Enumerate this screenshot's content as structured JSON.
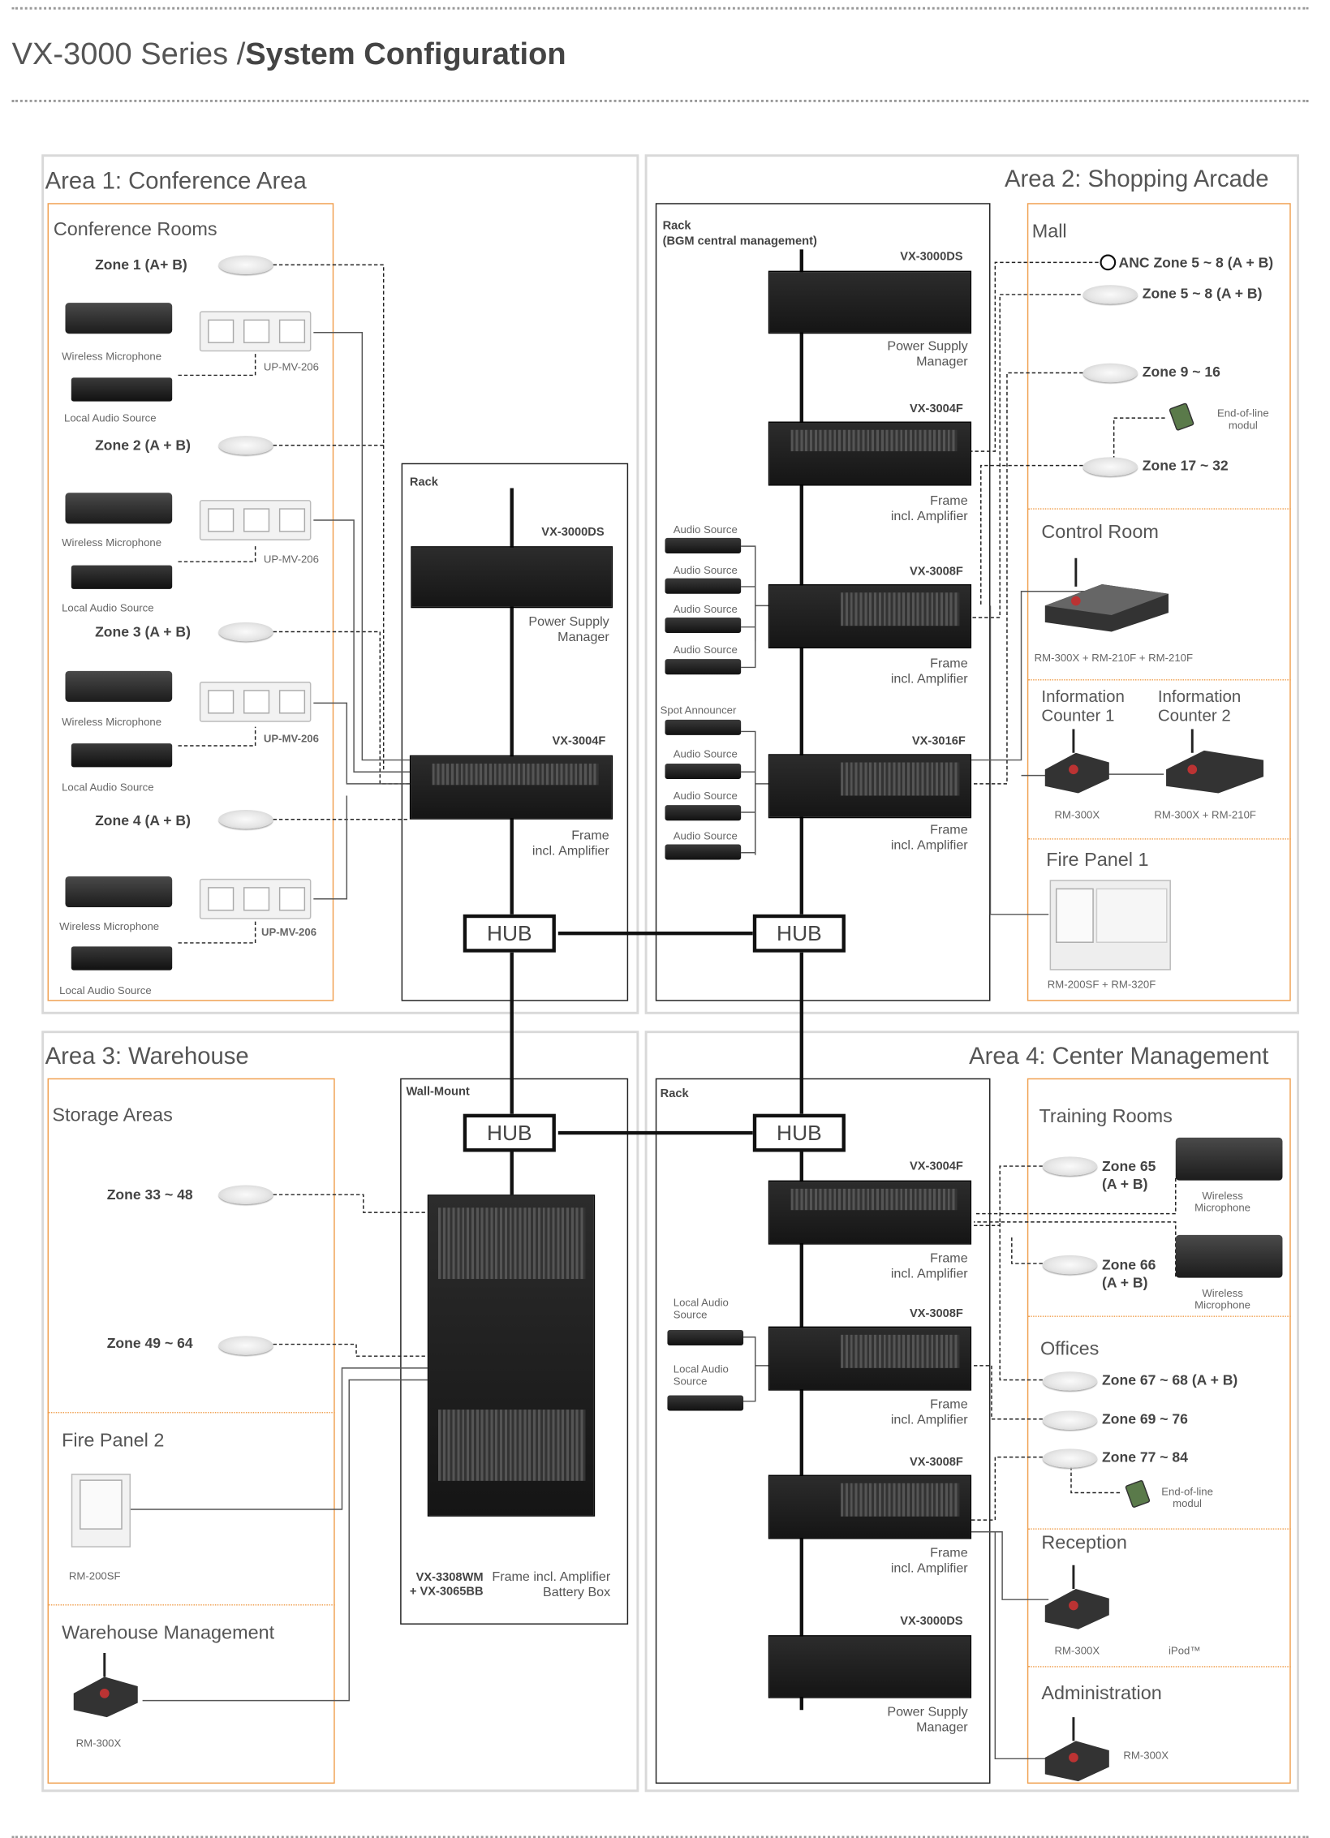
{
  "header": {
    "series": "VX-3000 Series /",
    "title": "System Configuration"
  },
  "areas": {
    "a1": {
      "title": "Area 1: Conference Area",
      "box_title": "Conference Rooms",
      "zones": [
        "Zone 1 (A+ B)",
        "Zone 2 (A + B)",
        "Zone 3 (A + B)",
        "Zone 4 (A + B)"
      ],
      "wireless": "Wireless Microphone",
      "local": "Local Audio Source",
      "panels": [
        "UP-MV-206",
        "UP-MV-206",
        "UP-MV-206",
        "UP-MV-206"
      ],
      "rack": "Rack",
      "ds": "VX-3000DS",
      "psm": [
        "Power Supply",
        "Manager"
      ],
      "f4": "VX-3004F",
      "frame": [
        "Frame",
        "incl. Amplifier"
      ]
    },
    "a2": {
      "title": "Area 2: Shopping Arcade",
      "rack": "Rack",
      "rack_sub": "(BGM central management)",
      "ds": "VX-3000DS",
      "psm": [
        "Power Supply",
        "Manager"
      ],
      "f4": "VX-3004F",
      "f8": "VX-3008F",
      "f16": "VX-3016F",
      "frame": [
        "Frame",
        "incl. Amplifier"
      ],
      "audio_source": "Audio Source",
      "spot": "Spot Announcer",
      "mall": "Mall",
      "anc": "ANC Zone 5 ~ 8 (A + B)",
      "z58": "Zone 5 ~ 8 (A + B)",
      "z916": "Zone 9 ~ 16",
      "z1732": "Zone 17 ~ 32",
      "eol": [
        "End-of-line",
        "modul"
      ],
      "control": "Control Room",
      "control_dev": "RM-300X + RM-210F + RM-210F",
      "info1": [
        "Information",
        "Counter 1"
      ],
      "info2": [
        "Information",
        "Counter 2"
      ],
      "info1_dev": "RM-300X",
      "info2_dev": "RM-300X + RM-210F",
      "fire": "Fire Panel 1",
      "fire_dev": "RM-200SF + RM-320F"
    },
    "a3": {
      "title": "Area 3: Warehouse",
      "storage": "Storage Areas",
      "z3348": "Zone 33 ~ 48",
      "z4964": "Zone 49 ~ 64",
      "fire": "Fire Panel 2",
      "fire_dev": "RM-200SF",
      "wm": "Warehouse Management",
      "wm_dev": "RM-300X",
      "wall": "Wall-Mount",
      "model": [
        "VX-3308WM",
        "+ VX-3065BB"
      ],
      "model_cap": [
        "Frame incl. Amplifier",
        "Battery Box"
      ]
    },
    "a4": {
      "title": "Area 4: Center Management",
      "rack": "Rack",
      "f4": "VX-3004F",
      "f8": "VX-3008F",
      "ds": "VX-3000DS",
      "frame": [
        "Frame",
        "incl. Amplifier"
      ],
      "psm": [
        "Power Supply",
        "Manager"
      ],
      "local": [
        "Local Audio",
        "Source"
      ],
      "training": "Training Rooms",
      "z65": [
        "Zone 65",
        "(A + B)"
      ],
      "z66": [
        "Zone 66",
        "(A + B)"
      ],
      "wmic": [
        "Wireless",
        "Microphone"
      ],
      "offices": "Offices",
      "z6768": "Zone 67 ~ 68 (A + B)",
      "z6976": "Zone 69 ~ 76",
      "z7784": "Zone 77 ~ 84",
      "eol": [
        "End-of-line",
        "modul"
      ],
      "reception": "Reception",
      "rec_dev": "RM-300X",
      "ipod": "iPod™",
      "admin": "Administration",
      "admin_dev": "RM-300X"
    }
  },
  "hub": "HUB",
  "colors": {
    "accent": "#f0a050",
    "area_border": "#d9d9d9",
    "line": "#111111"
  }
}
